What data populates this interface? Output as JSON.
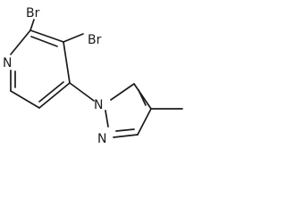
{
  "structure": {
    "atoms": {
      "br1": "Br",
      "br2": "Br",
      "n_pyridine": "N",
      "n_pyrazole_1": "N",
      "n_pyrazole_2": "N"
    }
  }
}
